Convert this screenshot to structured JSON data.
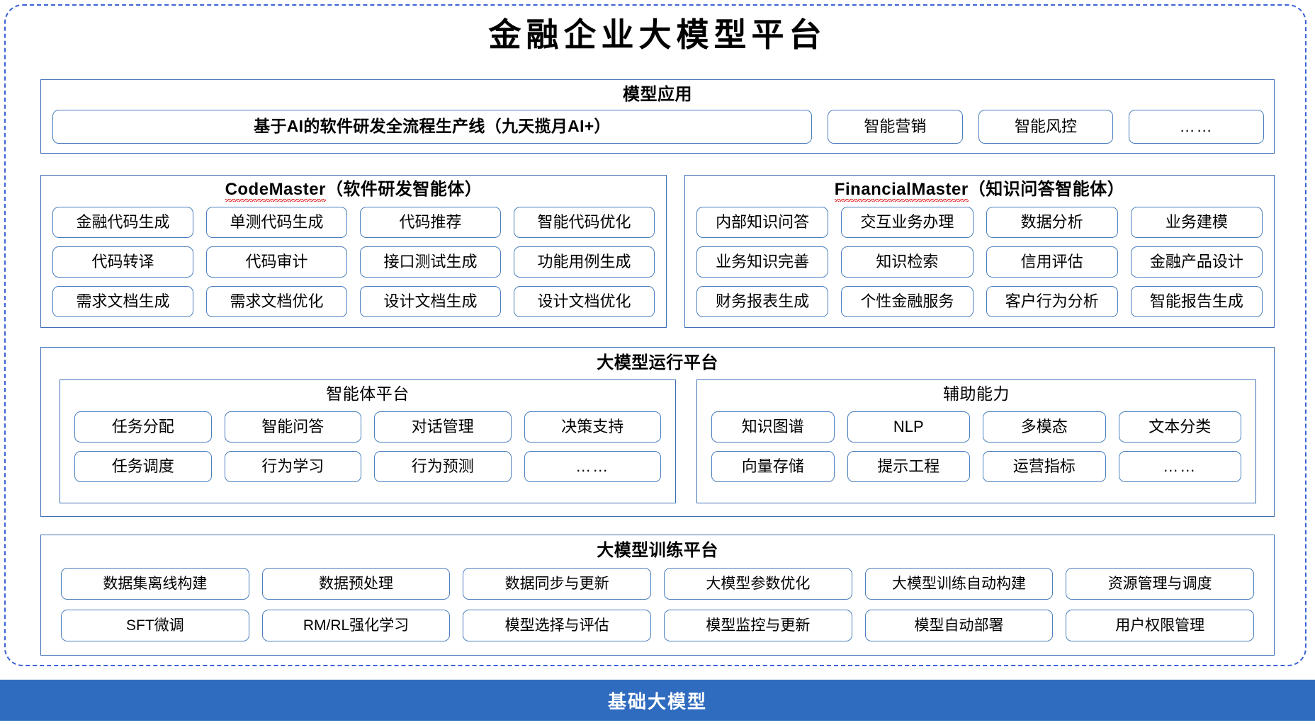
{
  "page": {
    "title": "金融企业大模型平台",
    "accent_blue": "#2f6cbf",
    "border_blue": "#4a7ebd",
    "frame_blue": "#3b63d6"
  },
  "apps": {
    "title": "模型应用",
    "primary": "基于AI的软件研发全流程生产线（九天揽月AI+）",
    "items": [
      "智能营销",
      "智能风控",
      "……"
    ]
  },
  "agents": [
    {
      "name": "CodeMaster",
      "suffix": "（软件研发智能体）",
      "misspelled": true,
      "rows": [
        [
          "金融代码生成",
          "单测代码生成",
          "代码推荐",
          "智能代码优化"
        ],
        [
          "代码转译",
          "代码审计",
          "接口测试生成",
          "功能用例生成"
        ],
        [
          "需求文档生成",
          "需求文档优化",
          "设计文档生成",
          "设计文档优化"
        ]
      ]
    },
    {
      "name": "FinancialMaster",
      "suffix": "（知识问答智能体）",
      "misspelled": true,
      "rows": [
        [
          "内部知识问答",
          "交互业务办理",
          "数据分析",
          "业务建模"
        ],
        [
          "业务知识完善",
          "知识检索",
          "信用评估",
          "金融产品设计"
        ],
        [
          "财务报表生成",
          "个性金融服务",
          "客户行为分析",
          "智能报告生成"
        ]
      ]
    }
  ],
  "runtime": {
    "title": "大模型运行平台",
    "panels": [
      {
        "title": "智能体平台",
        "rows": [
          [
            "任务分配",
            "智能问答",
            "对话管理",
            "决策支持"
          ],
          [
            "任务调度",
            "行为学习",
            "行为预测",
            "……"
          ]
        ]
      },
      {
        "title": "辅助能力",
        "rows": [
          [
            "知识图谱",
            "NLP",
            "多模态",
            "文本分类"
          ],
          [
            "向量存储",
            "提示工程",
            "运营指标",
            "……"
          ]
        ]
      }
    ]
  },
  "training": {
    "title": "大模型训练平台",
    "rows": [
      [
        "数据集离线构建",
        "数据预处理",
        "数据同步与更新",
        "大模型参数优化",
        "大模型训练自动构建",
        "资源管理与调度"
      ],
      [
        "SFT微调",
        "RM/RL强化学习",
        "模型选择与评估",
        "模型监控与更新",
        "模型自动部署",
        "用户权限管理"
      ]
    ]
  },
  "base": {
    "label": "基础大模型"
  }
}
